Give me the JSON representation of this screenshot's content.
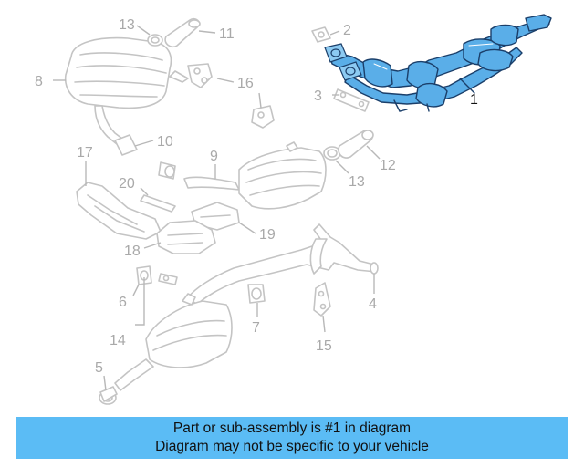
{
  "callouts": [
    {
      "id": "1",
      "highlight": true
    },
    {
      "id": "2"
    },
    {
      "id": "3"
    },
    {
      "id": "4"
    },
    {
      "id": "5"
    },
    {
      "id": "6"
    },
    {
      "id": "7"
    },
    {
      "id": "8"
    },
    {
      "id": "9"
    },
    {
      "id": "10"
    },
    {
      "id": "11"
    },
    {
      "id": "12"
    },
    {
      "id": "13"
    },
    {
      "id": "13"
    },
    {
      "id": "14"
    },
    {
      "id": "15"
    },
    {
      "id": "16"
    },
    {
      "id": "17"
    },
    {
      "id": "18"
    },
    {
      "id": "19"
    },
    {
      "id": "20"
    }
  ],
  "banner": {
    "line1": "Part or sub-assembly is #1 in diagram",
    "line2": "Diagram may not be specific to your vehicle"
  },
  "colors": {
    "highlight_part": "#5aaee8",
    "highlight_outline": "#1b3f6a",
    "ghost_part": "#c4c4c4",
    "banner_bg": "#5bbcf5"
  }
}
